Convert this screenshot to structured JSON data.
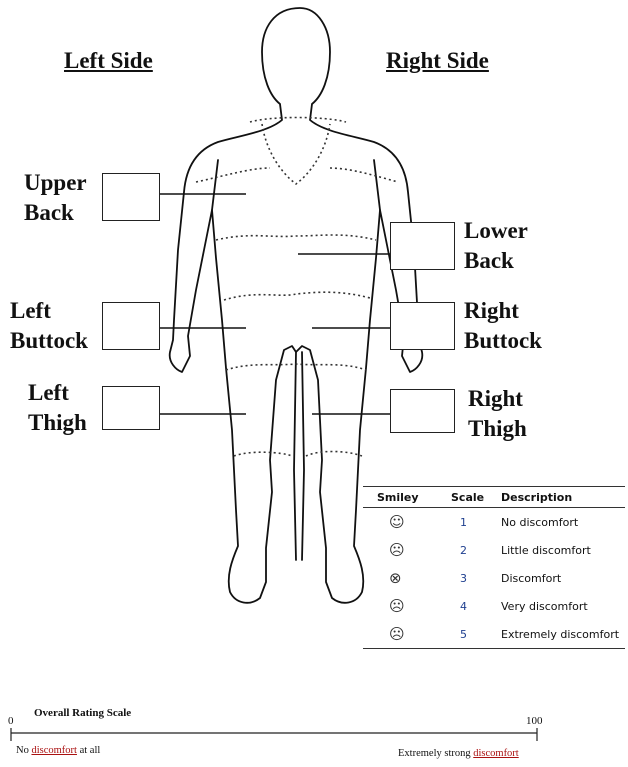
{
  "labels": {
    "left_side": "Left Side",
    "right_side": "Right Side"
  },
  "regions": {
    "upper_back": [
      "Upper",
      "Back"
    ],
    "lower_back": [
      "Lower",
      "Back"
    ],
    "left_buttock": [
      "Left",
      "Buttock"
    ],
    "right_buttock": [
      "Right",
      "Buttock"
    ],
    "left_thigh": [
      "Left",
      "Thigh"
    ],
    "right_thigh": [
      "Right",
      "Thigh"
    ]
  },
  "rating_table": {
    "headers": [
      "Smiley",
      "Scale",
      "Description"
    ],
    "rows": [
      {
        "icon": "neutral-face-icon",
        "glyph": "☺",
        "scale": "1",
        "description": "No discomfort"
      },
      {
        "icon": "slight-frown-face-icon",
        "glyph": "☹",
        "scale": "2",
        "description": "Little discomfort"
      },
      {
        "icon": "x-eyes-face-icon",
        "glyph": "⊗",
        "scale": "3",
        "description": "Discomfort"
      },
      {
        "icon": "sad-face-icon",
        "glyph": "☹",
        "scale": "4",
        "description": "Very discomfort"
      },
      {
        "icon": "distressed-face-icon",
        "glyph": "☹",
        "scale": "5",
        "description": "Extremely discomfort"
      }
    ]
  },
  "overall_scale": {
    "title": "Overall Rating Scale",
    "min": "0",
    "max": "100",
    "left_anchor_pre": "No ",
    "left_anchor_word": "discomfort",
    "left_anchor_post": " at all",
    "right_anchor_pre": "Extremely strong ",
    "right_anchor_word": "discomfort"
  }
}
